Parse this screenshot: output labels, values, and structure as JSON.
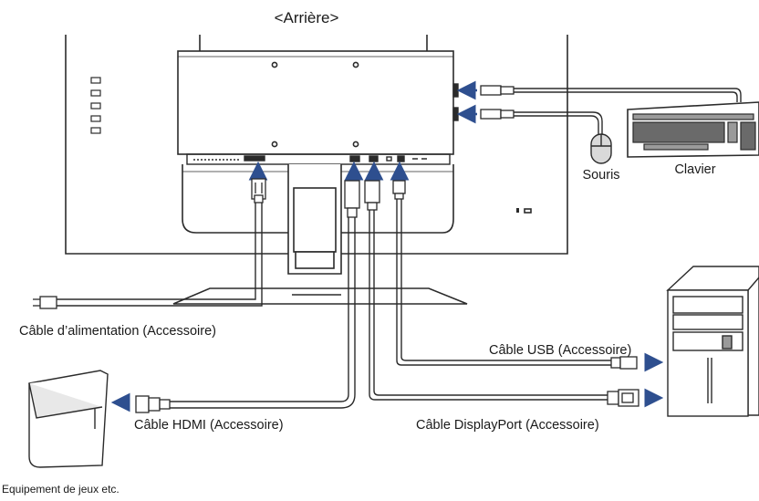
{
  "title": "<Arrière>",
  "labels": {
    "power_cable": "Câble d’alimentation (Accessoire)",
    "usb_cable": "Câble USB (Accessoire)",
    "hdmi_cable": "Câble HDMI (Accessoire)",
    "displayport_cable": "Câble DisplayPort (Accessoire)",
    "mouse": "Souris",
    "keyboard": "Clavier",
    "game_device": "Equipement de jeux etc."
  },
  "colors": {
    "line": "#2b2b2b",
    "arrow": "#2e4f8f",
    "panel": "#ffffff",
    "shade": "#d9d9d9"
  }
}
